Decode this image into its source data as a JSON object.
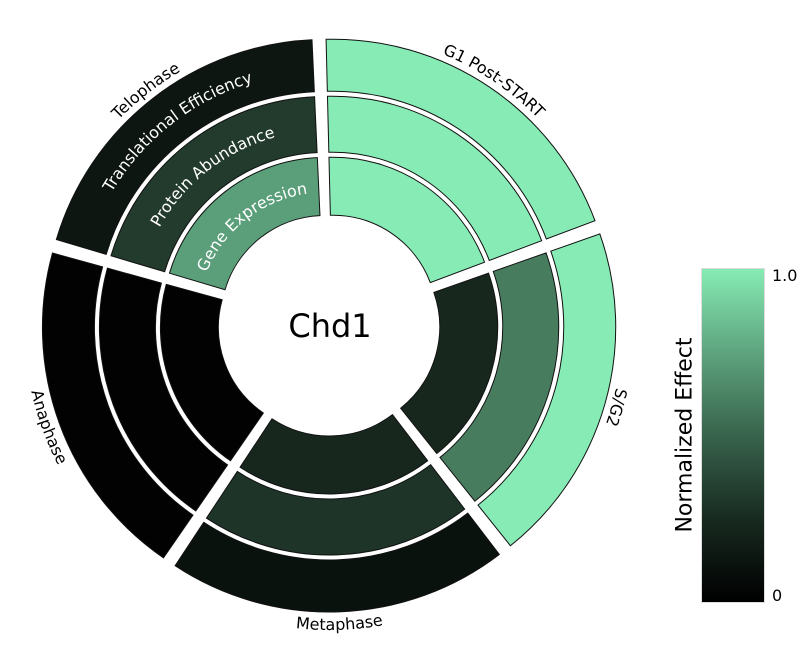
{
  "chart_data": {
    "type": "radial-heatmap",
    "title": "Chd1",
    "phases": [
      "G1 Post-START",
      "S/G2",
      "Metaphase",
      "Anaphase",
      "Telophase"
    ],
    "rings": [
      "Gene Expression",
      "Protein Abundance",
      "Translational Efficiency"
    ],
    "values": {
      "G1 Post-START": [
        1.0,
        1.0,
        1.0
      ],
      "S/G2": [
        0.24,
        0.6,
        1.0
      ],
      "Metaphase": [
        0.24,
        0.3,
        0.13
      ],
      "Anaphase": [
        0.02,
        0.02,
        0.02
      ],
      "Telophase": [
        0.73,
        0.33,
        0.15
      ]
    },
    "colorbar": {
      "label": "Normalized Effect",
      "min": 0,
      "max": 1.0,
      "tick_labels": [
        "1.0",
        "0"
      ],
      "color_low": "#000000",
      "color_high": "#86ebb4"
    }
  }
}
